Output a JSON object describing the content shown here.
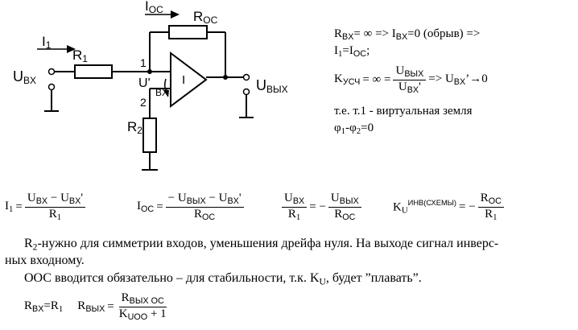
{
  "circuit": {
    "i_oc_label": "I",
    "i_oc_sub": "OC",
    "r_oc_label": "R",
    "r_oc_sub": "OC",
    "i1_label": "I",
    "i1_sub": "1",
    "r1_label": "R",
    "r1_sub": "1",
    "u_in_label": "U",
    "u_in_sub": "BX",
    "node1_label": "1",
    "node2_label": "2",
    "u_prime_label": "U",
    "u_prime_mark": "'",
    "u_prime_sub": "BX",
    "opamp_label": "I",
    "r2_label": "R",
    "r2_sub": "2",
    "u_out_label": "U",
    "u_out_sub": "ВЫХ"
  },
  "notes": {
    "line1": "R",
    "line1_sub": "BX",
    "line1_rest": "= ∞  => I",
    "line1_sub2": "BX",
    "line1_rest2": "=0 (обрыв) =>",
    "line2": "I",
    "line2_sub": "1",
    "line2_rest": "=I",
    "line2_sub2": "OC",
    "line2_rest2": ";",
    "k_label": "K",
    "k_sub": "УСЧ",
    "k_eq": "= ∞ =",
    "k_num": "U",
    "k_num_sub": "ВЫХ",
    "k_den": "U",
    "k_den_sub": "BX",
    "k_den_mark": "'",
    "k_rest": "=> U",
    "k_rest_sub": "BX",
    "k_rest_tail": "’→0",
    "line4": "т.е. т.1 - виртуальная земля",
    "line5_a": "φ",
    "line5_a_sub": "1",
    "line5_b": "-φ",
    "line5_b_sub": "2",
    "line5_c": "=0"
  },
  "formulas": {
    "f1_lhs": "I",
    "f1_lhs_sub": "1",
    "f1_num": "U",
    "f1_num_sub": "BX",
    "f1_num_mid": " − U",
    "f1_num_sub2": "BX",
    "f1_num_mark": "'",
    "f1_den": "R",
    "f1_den_sub": "1",
    "f2_lhs": "I",
    "f2_lhs_sub": "OC",
    "f2_num": "− U",
    "f2_num_sub": "ВЫХ",
    "f2_num_mid": " − U",
    "f2_num_sub2": "BX",
    "f2_num_mark": "'",
    "f2_den": "R",
    "f2_den_sub": "OC",
    "f3_a_num": "U",
    "f3_a_num_sub": "BX",
    "f3_a_den": "R",
    "f3_a_den_sub": "1",
    "f3_minus": "= −",
    "f3_b_num": "U",
    "f3_b_num_sub": "ВЫХ",
    "f3_b_den": "R",
    "f3_b_den_sub": "OC",
    "f4_lhs": "K",
    "f4_lhs_sub": "U",
    "f4_lhs_sup": "ИНВ(СХЕМЫ)",
    "f4_minus": "= −",
    "f4_num": "R",
    "f4_num_sub": "OC",
    "f4_den": "R",
    "f4_den_sub": "1"
  },
  "text": {
    "para1_a": "R",
    "para1_sub": "2",
    "para1_b": "-нужно для симметрии входов, уменьшения дрейфа нуля. На выходе сигнал инверс-",
    "para1_c": "ных входному.",
    "para2_a": "ООС вводится обязательно – для стабильности, т.к. K",
    "para2_sub": "U",
    "para2_b": ", будет ”плавать”."
  },
  "final": {
    "rbx": "R",
    "rbx_sub": "BX",
    "rbx_eq": "=R",
    "rbx_eq_sub": "1",
    "rout": "R",
    "rout_sub": "ВЫХ",
    "num": "R",
    "num_sub": "ВЫХ ОС",
    "den": "K",
    "den_sub": "UОО",
    "den_tail": " + 1"
  }
}
